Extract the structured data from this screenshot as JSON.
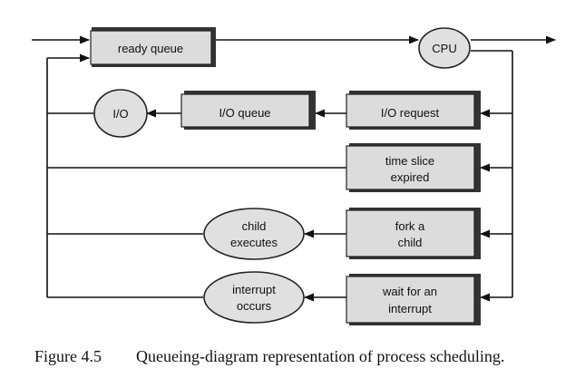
{
  "nodes": {
    "ready_queue": "ready queue",
    "cpu": "CPU",
    "io": "I/O",
    "io_queue": "I/O queue",
    "io_request": "I/O request",
    "time_slice_1": "time slice",
    "time_slice_2": "expired",
    "fork_1": "fork a",
    "fork_2": "child",
    "child_exec_1": "child",
    "child_exec_2": "executes",
    "wait_1": "wait for an",
    "wait_2": "interrupt",
    "interrupt_1": "interrupt",
    "interrupt_2": "occurs"
  },
  "caption": {
    "number": "Figure 4.5",
    "text": "Queueing-diagram representation of process scheduling."
  }
}
